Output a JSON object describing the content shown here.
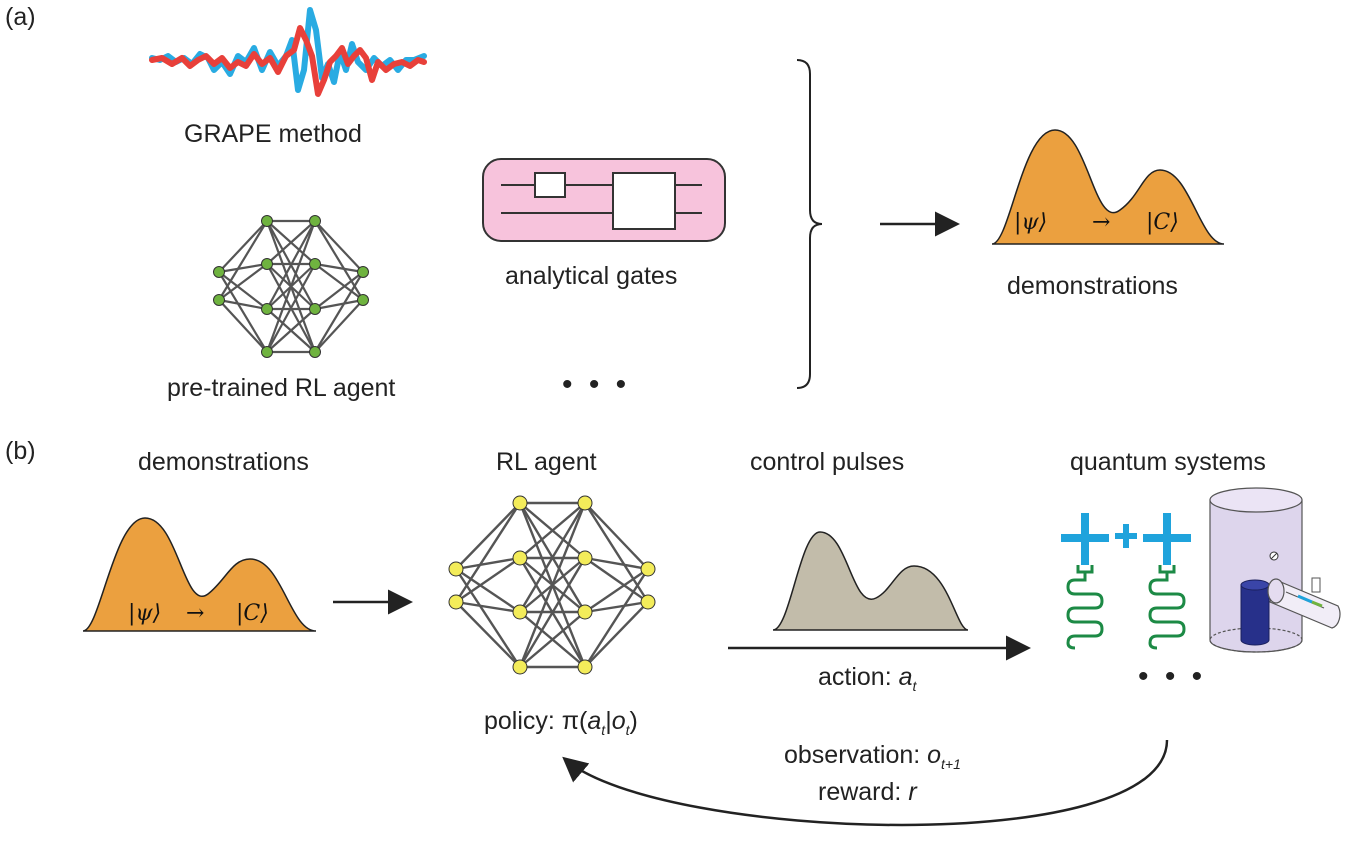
{
  "panels": {
    "a": "(a)",
    "b": "(b)"
  },
  "panel_a": {
    "grape_label": "GRAPE method",
    "rl_pretrained_label": "pre-trained RL agent",
    "analytical_label": "analytical gates",
    "ellipsis": "• • •",
    "demonstrations_label": "demonstrations",
    "demo_math": {
      "ket_psi": "|ψ⟩",
      "arrow": "→",
      "ket_c": "|C⟩"
    }
  },
  "panel_b": {
    "demonstrations_title": "demonstrations",
    "rl_agent_title": "RL agent",
    "control_pulses_title": "control pulses",
    "quantum_systems_title": "quantum systems",
    "demo_math": {
      "ket_psi": "|ψ⟩",
      "arrow": "→",
      "ket_c": "|C⟩"
    },
    "policy": {
      "prefix": "policy: π(",
      "a": "a",
      "a_sub": "t",
      "bar": "|",
      "o": "o",
      "o_sub": "t",
      "suffix": ")"
    },
    "action": {
      "prefix": "action: ",
      "a": "a",
      "a_sub": "t"
    },
    "observation": {
      "prefix": "observation: ",
      "o": "o",
      "o_sub": "t+1"
    },
    "reward": {
      "prefix": "reward: ",
      "r": "r"
    },
    "ellipsis": "• • •"
  },
  "colors": {
    "grape_blue": "#29abe2",
    "grape_red": "#e8403a",
    "node_green": "#6fb33f",
    "node_yellow": "#f3ec5a",
    "gate_pink": "#f7c3dc",
    "demo_orange": "#eba03f",
    "pulse_gray": "#c2bcaa",
    "qubit_blue": "#1fa3dc",
    "resonator_green": "#1c8a45",
    "cavity_purple": "#ddd5ec",
    "cavity_core": "#27308a"
  },
  "icons": [
    "grape-waveform-icon",
    "neural-network-icon",
    "quantum-circuit-icon",
    "transmon-qubit-icon",
    "cavity-icon",
    "arrow-icon"
  ]
}
